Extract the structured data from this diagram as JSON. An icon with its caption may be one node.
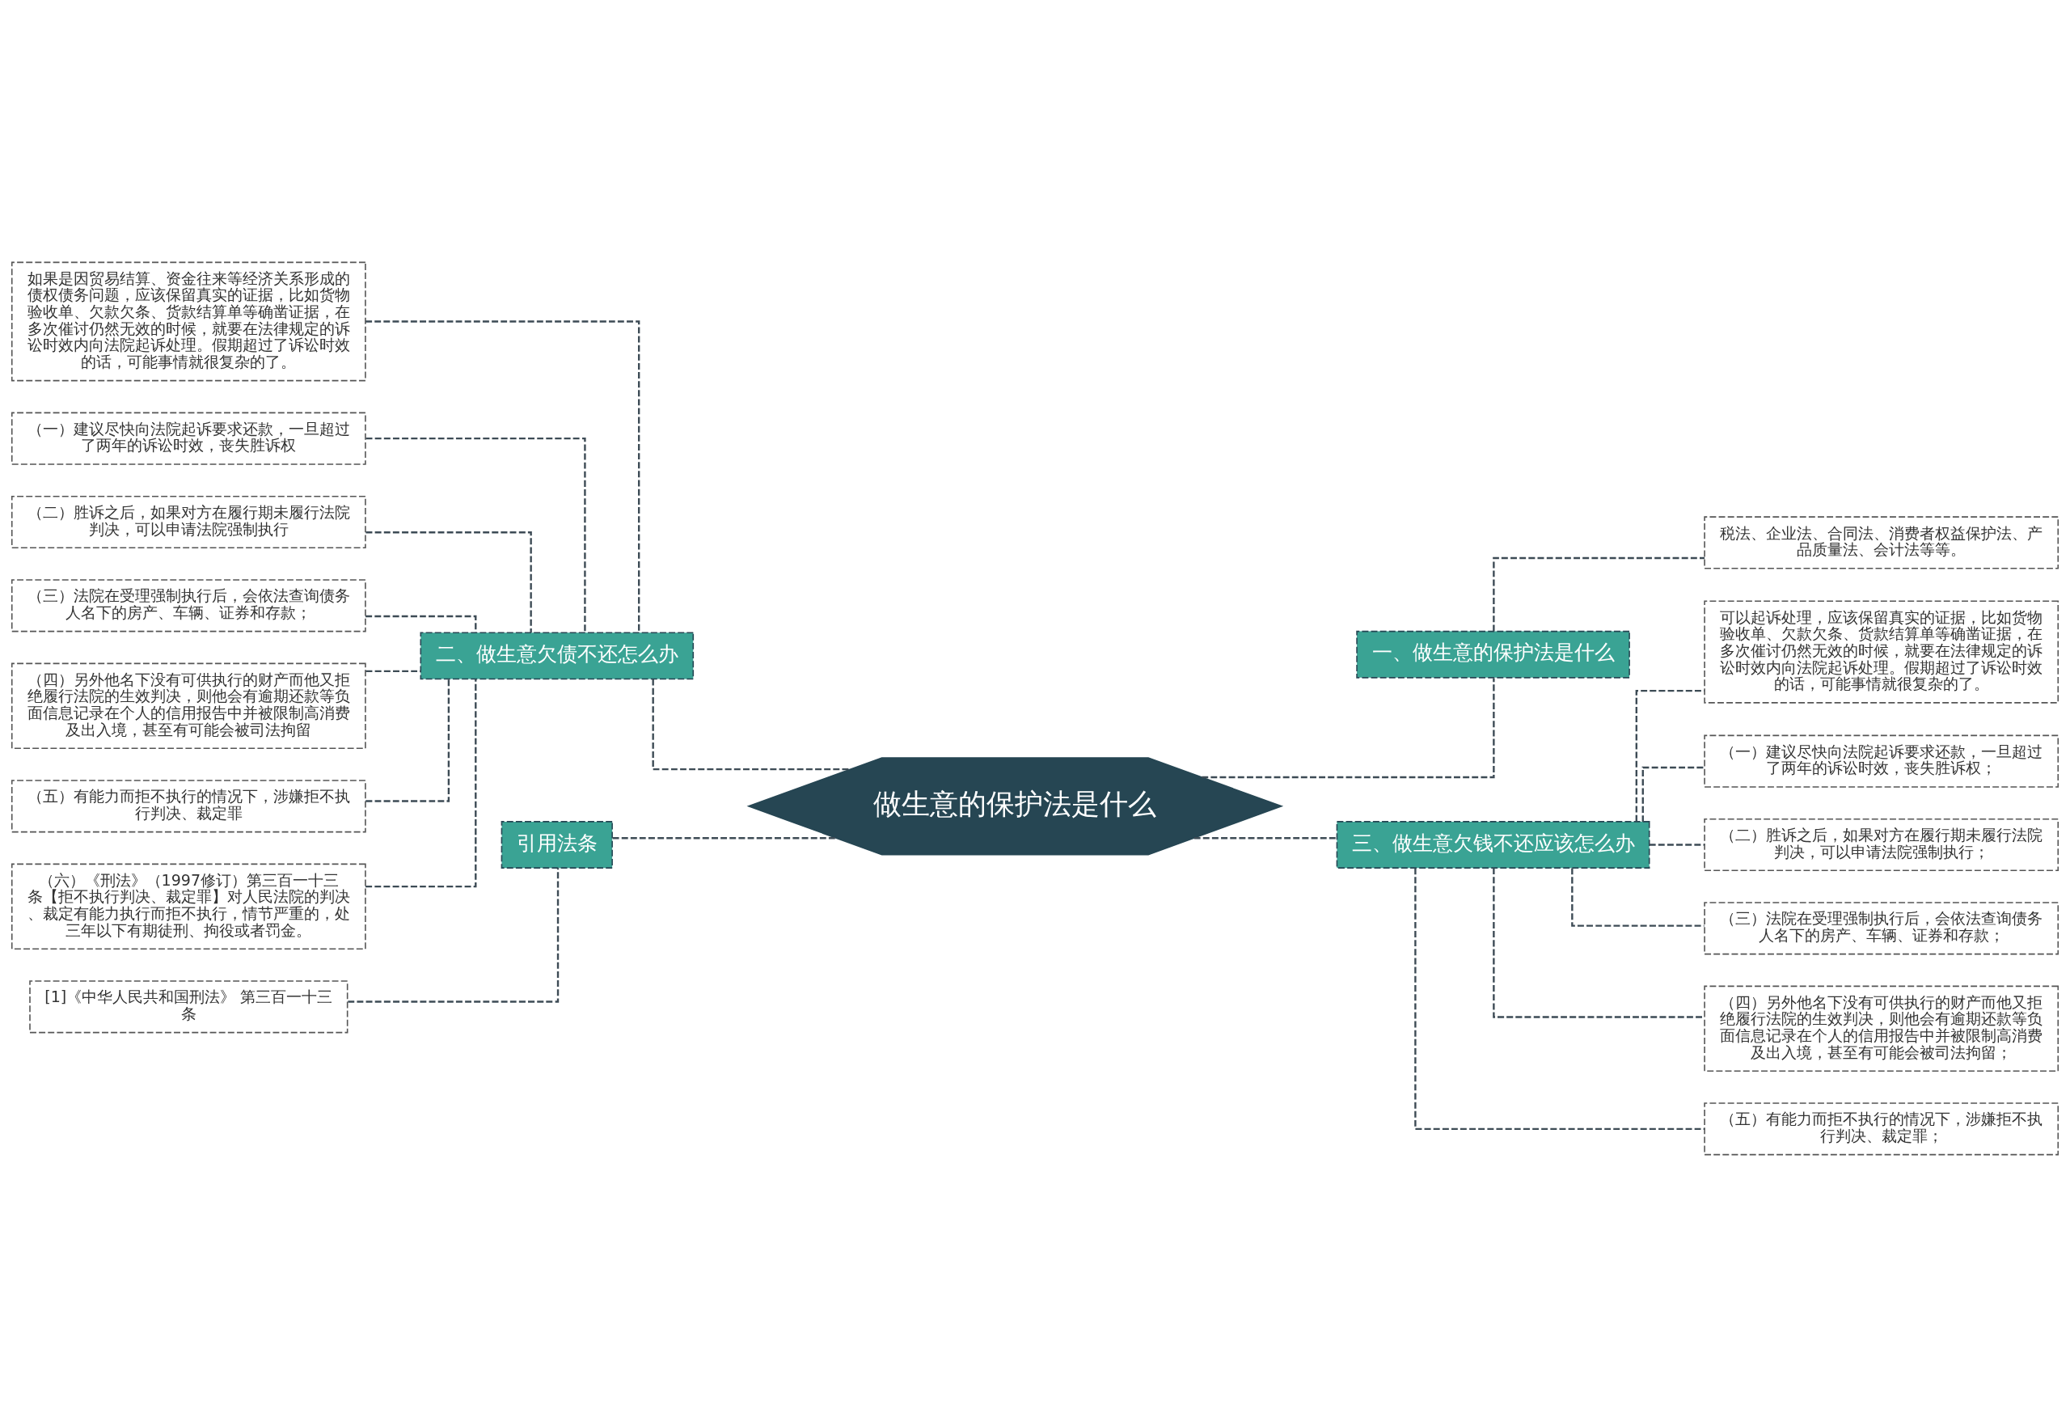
{
  "diagram": {
    "nodes": [
      {
        "text": [
          "做生意的保护法是什么"
        ]
      },
      {
        "text": [
          "一、做生意的保护法是什么"
        ]
      },
      {
        "text": [
          "税法、企业法、合同法、消费者权益保护法、产品质量法、会计法等等。"
        ]
      },
      {
        "text": [
          "三、做生意欠钱不还应该怎么办"
        ]
      },
      {
        "text": [
          "可以起诉处理，应该保留真实的证据，比如货物验收单、欠款欠条、货款结算单等确凿证据，在多次催讨仍然无效的时候，就要在法律规定的诉讼时效内向法院起诉处理。假期超过了诉讼时效的话，可能事情就很复杂的了。"
        ]
      },
      {
        "text": [
          "（一）建议尽快向法院起诉要求还款，一旦超过了两年的诉讼时效，丧失胜诉权；"
        ]
      },
      {
        "text": [
          "（二）胜诉之后，如果对方在履行期未履行法院判决，可以申请法院强制执行；"
        ]
      },
      {
        "text": [
          "（三）法院在受理强制执行后，会依法查询债务人名下的房产、车辆、证券和存款；"
        ]
      },
      {
        "text": [
          "（四）另外他名下没有可供执行的财产而他又拒绝履行法院的生效判决，则他会有逾期还款等负面信息记录在个人的信用报告中并被限制高消费及出入境，甚至有可能会被司法拘留；"
        ]
      },
      {
        "text": [
          "（五）有能力而拒不执行的情况下，涉嫌拒不执行判决、裁定罪；"
        ]
      },
      {
        "text": [
          "二、做生意欠债不还怎么办"
        ]
      },
      {
        "text": [
          "如果是因贸易结算、资金往来等经济关系形成的债权债务问题，应该保留真实的证据，比如货物验收单、欠款欠条、货款结算单等确凿证据，在多次催讨仍然无效的时候，就要在法律规定的诉讼时效内向法院起诉处理。假期超过了诉讼时效的话，可能事情就很复杂的了。"
        ]
      },
      {
        "text": [
          "（一）建议尽快向法院起诉要求还款，一旦超过了两年的诉讼时效，丧失胜诉权"
        ]
      },
      {
        "text": [
          "（二）胜诉之后，如果对方在履行期未履行法院判决，可以申请法院强制执行"
        ]
      },
      {
        "text": [
          "（三）法院在受理强制执行后，会依法查询债务人名下的房产、车辆、证券和存款；"
        ]
      },
      {
        "text": [
          "（四）另外他名下没有可供执行的财产而他又拒绝履行法院的生效判决，则他会有逾期还款等负面信息记录在个人的信用报告中并被限制高消费及出入境，甚至有可能会被司法拘留"
        ]
      },
      {
        "text": [
          "（五）有能力而拒不执行的情况下，涉嫌拒不执行判决、裁定罪"
        ]
      },
      {
        "text": [
          "（六）《刑法》（1997修订）第三百一十三条【拒不执行判决、裁定罪】对人民法院的判决、裁定有能力执行而拒不执行，情节严重的，处三年以下有期徒刑、拘役或者罚金。"
        ]
      },
      {
        "text": [
          "引用法条"
        ]
      },
      {
        "text": [
          "[1]《中华人民共和国刑法》 第三百一十三条"
        ]
      }
    ],
    "edges": [
      {
        "from": 0,
        "to": 1,
        "arrow": "none"
      },
      {
        "from": 1,
        "to": 2,
        "arrow": "none"
      },
      {
        "from": 0,
        "to": 3,
        "arrow": "none"
      },
      {
        "from": 3,
        "to": 4,
        "arrow": "none"
      },
      {
        "from": 3,
        "to": 5,
        "arrow": "none"
      },
      {
        "from": 3,
        "to": 6,
        "arrow": "none"
      },
      {
        "from": 3,
        "to": 7,
        "arrow": "none"
      },
      {
        "from": 3,
        "to": 8,
        "arrow": "none"
      },
      {
        "from": 3,
        "to": 9,
        "arrow": "none"
      },
      {
        "from": 0,
        "to": 10,
        "arrow": "none"
      },
      {
        "from": 10,
        "to": 11,
        "arrow": "none"
      },
      {
        "from": 10,
        "to": 12,
        "arrow": "none"
      },
      {
        "from": 10,
        "to": 13,
        "arrow": "none"
      },
      {
        "from": 10,
        "to": 14,
        "arrow": "none"
      },
      {
        "from": 10,
        "to": 15,
        "arrow": "none"
      },
      {
        "from": 10,
        "to": 16,
        "arrow": "none"
      },
      {
        "from": 10,
        "to": 17,
        "arrow": "none"
      },
      {
        "from": 0,
        "to": 18,
        "arrow": "none"
      },
      {
        "from": 18,
        "to": 19,
        "arrow": "none"
      }
    ]
  }
}
